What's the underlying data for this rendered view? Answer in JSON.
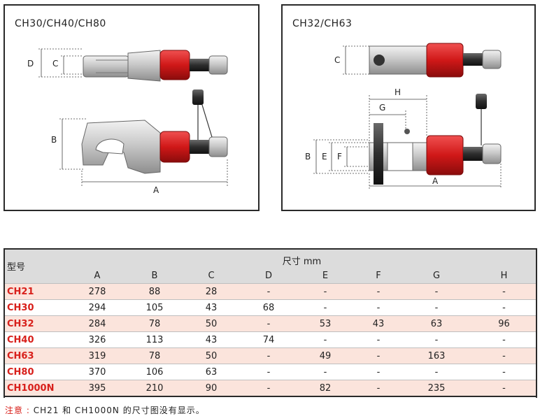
{
  "panels": {
    "left_title": "CH30/CH40/CH80",
    "right_title": "CH32/CH63",
    "left_labels": {
      "D": "D",
      "C": "C",
      "B": "B",
      "A": "A"
    },
    "right_labels": {
      "C": "C",
      "H": "H",
      "G": "G",
      "B": "B",
      "E": "E",
      "F": "F",
      "A": "A"
    }
  },
  "table": {
    "model_header": "型号",
    "dim_header": "尺寸 mm",
    "columns": [
      "A",
      "B",
      "C",
      "D",
      "E",
      "F",
      "G",
      "H"
    ],
    "rows": [
      {
        "model": "CH21",
        "values": [
          "278",
          "88",
          "28",
          "-",
          "-",
          "-",
          "-",
          "-"
        ]
      },
      {
        "model": "CH30",
        "values": [
          "294",
          "105",
          "43",
          "68",
          "-",
          "-",
          "-",
          "-"
        ]
      },
      {
        "model": "CH32",
        "values": [
          "284",
          "78",
          "50",
          "-",
          "53",
          "43",
          "63",
          "96"
        ]
      },
      {
        "model": "CH40",
        "values": [
          "326",
          "113",
          "43",
          "74",
          "-",
          "-",
          "-",
          "-"
        ]
      },
      {
        "model": "CH63",
        "values": [
          "319",
          "78",
          "50",
          "-",
          "49",
          "-",
          "163",
          "-"
        ]
      },
      {
        "model": "CH80",
        "values": [
          "370",
          "106",
          "63",
          "-",
          "-",
          "-",
          "-",
          "-"
        ]
      },
      {
        "model": "CH1000N",
        "values": [
          "395",
          "210",
          "90",
          "-",
          "82",
          "-",
          "235",
          "-"
        ]
      }
    ]
  },
  "footnote": {
    "label": "注意 :",
    "text": "CH21 和 CH1000N 的尺寸图没有显示。"
  },
  "colors": {
    "accent_red": "#d8201b",
    "row_tint": "#fbe4dc",
    "header_gray": "#dcdcdc"
  }
}
